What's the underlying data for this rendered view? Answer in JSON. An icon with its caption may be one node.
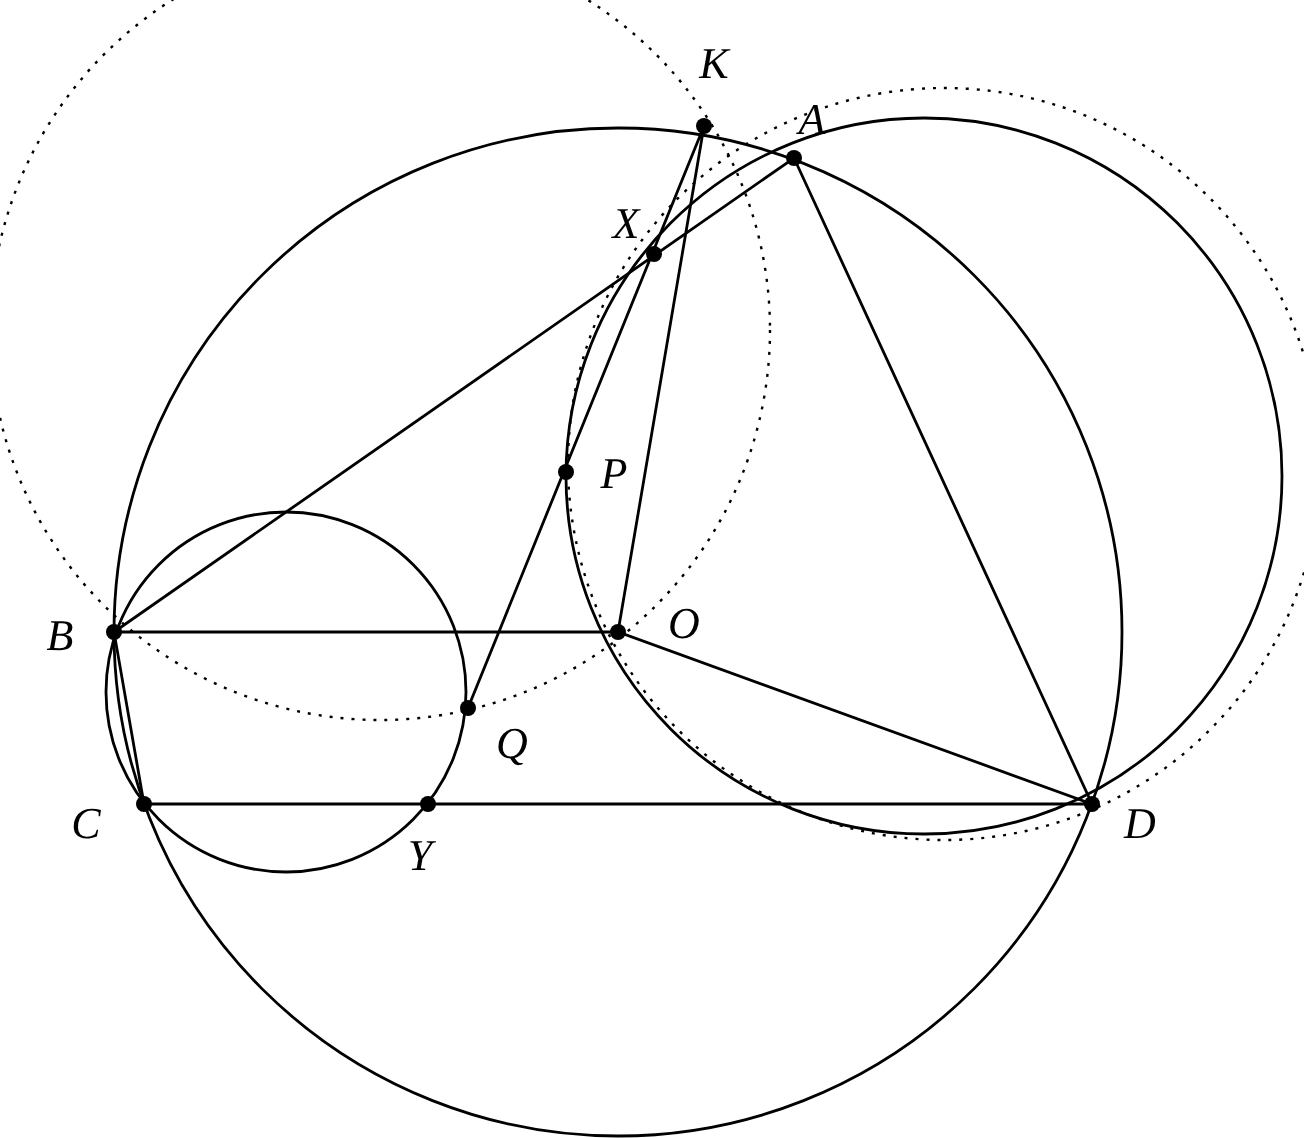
{
  "diagram": {
    "labels": [
      "K",
      "A",
      "X",
      "P",
      "B",
      "O",
      "Q",
      "C",
      "Y",
      "D"
    ]
  }
}
